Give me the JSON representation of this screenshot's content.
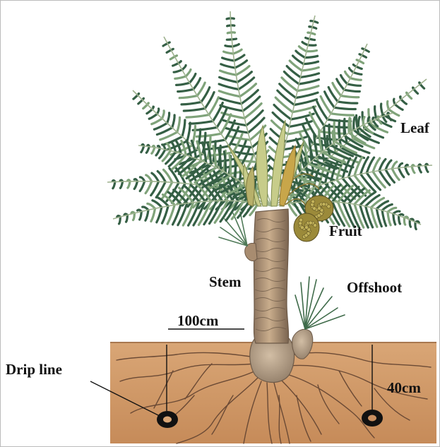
{
  "labels": {
    "leaf": "Leaf",
    "fruit": "Fruit",
    "stem": "Stem",
    "offshoot": "Offshoot",
    "scale": "100cm",
    "drip_line": "Drip line",
    "depth": "40cm"
  },
  "colors": {
    "soil": "#c98f5f",
    "soil_light": "#d9a676",
    "root": "#6b4a35",
    "trunk": "#b89a7a",
    "trunk_dark": "#7d6650",
    "leaf": "#355f45",
    "leaf_light": "#7fa37a",
    "fruit": "#9b8a3a",
    "emitter": "#111111"
  }
}
